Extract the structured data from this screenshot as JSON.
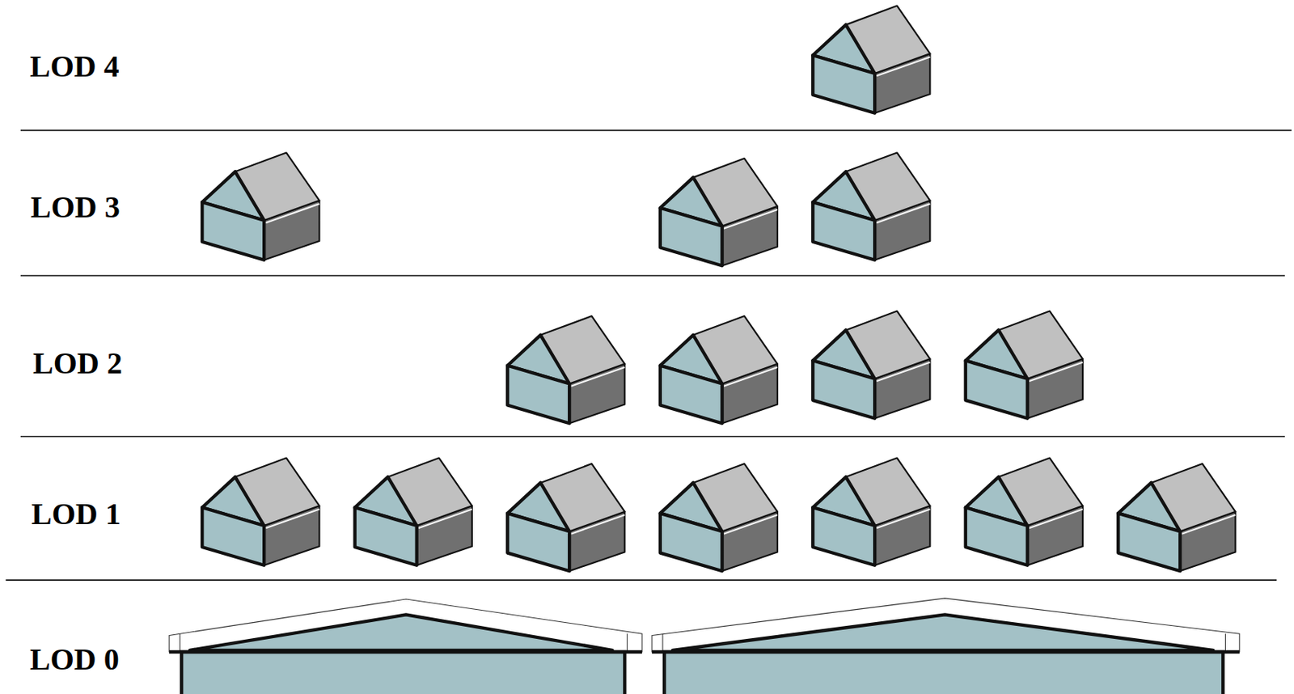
{
  "diagram": {
    "labels": [
      "LOD 4",
      "LOD 3",
      "LOD 2",
      "LOD 1",
      "LOD 0"
    ]
  }
}
